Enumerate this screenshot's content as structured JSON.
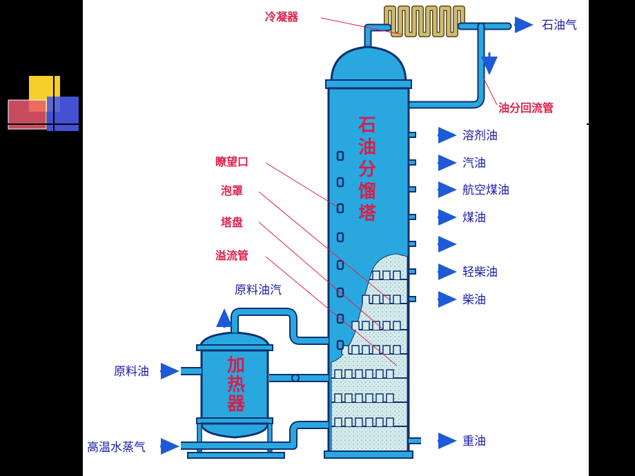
{
  "column": {
    "title_chars": [
      "石",
      "油",
      "分",
      "馏",
      "塔"
    ]
  },
  "heater": {
    "title_chars": [
      "加",
      "热",
      "器"
    ]
  },
  "labels": {
    "condenser": "冷凝器",
    "reflux_pipe": "油分回流管",
    "sight_glass": "瞭望口",
    "bubble_cap": "泡罩",
    "tray": "塔盘",
    "downcomer": "溢流管",
    "feed_vapor": "原料油汽",
    "feed_oil": "原料油",
    "steam": "高温水蒸气"
  },
  "products": [
    "石油气",
    "溶剂油",
    "汽油",
    "航空煤油",
    "煤油",
    "",
    "轻柴油",
    "柴油",
    "重油"
  ],
  "colors": {
    "background": "#000000",
    "panel": "#ffffff",
    "vessel": "#29a8e0",
    "vessel_edge": "#0f2f6e",
    "condenser": "#c8b46a",
    "liquid": "#cfe7ea",
    "arrow": "#1e5ad8",
    "label_blue": "#1a1aa8",
    "label_red": "#e0204a"
  }
}
